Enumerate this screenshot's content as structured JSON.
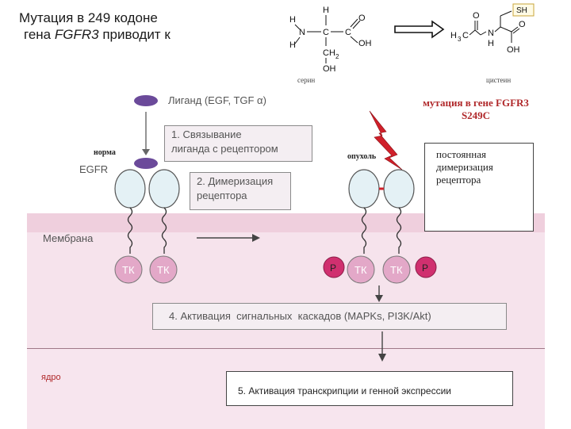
{
  "title": {
    "line1": "Мутация в 249 кодоне",
    "line2_pre": "гена ",
    "line2_gene": "FGFR3",
    "line2_post": " приводит к"
  },
  "chem": {
    "serine_caption": "серин",
    "cysteine_caption": "цистеин",
    "sh_label": "SH"
  },
  "labels": {
    "ligand": "Лиганд (EGF, TGF α)",
    "norma": "норма",
    "egfr": "EGFR",
    "tumor": "опухоль",
    "membrane": "Мембрана",
    "nucleus": "ядро",
    "mutation_line1": "мутация в гене FGFR3",
    "mutation_line2": "S249C"
  },
  "steps": {
    "step1": [
      "1. Связывание",
      "лиганда с рецептором"
    ],
    "step2": [
      "2. Димеризация",
      "рецептора"
    ],
    "persistent": [
      "постоянная",
      "димеризация",
      "рецептора"
    ],
    "step4": "4. Активация  сигнальных  каскадов (MAPKs, PI3K/Akt)",
    "step5": "5. Активация транскрипции и генной экспрессии"
  },
  "kinase": {
    "tk": "ТК",
    "p": "P"
  },
  "colors": {
    "ligand": "#6b4a9a",
    "receptor_fill": "#e4f1f5",
    "kinase_fill": "#e3a8c8",
    "phospho_fill": "#d0306f",
    "membrane": "#efcfdd",
    "cytoplasm": "#f6e3ec",
    "lightning": "#d0202a",
    "mutation_text": "#b0282a"
  }
}
